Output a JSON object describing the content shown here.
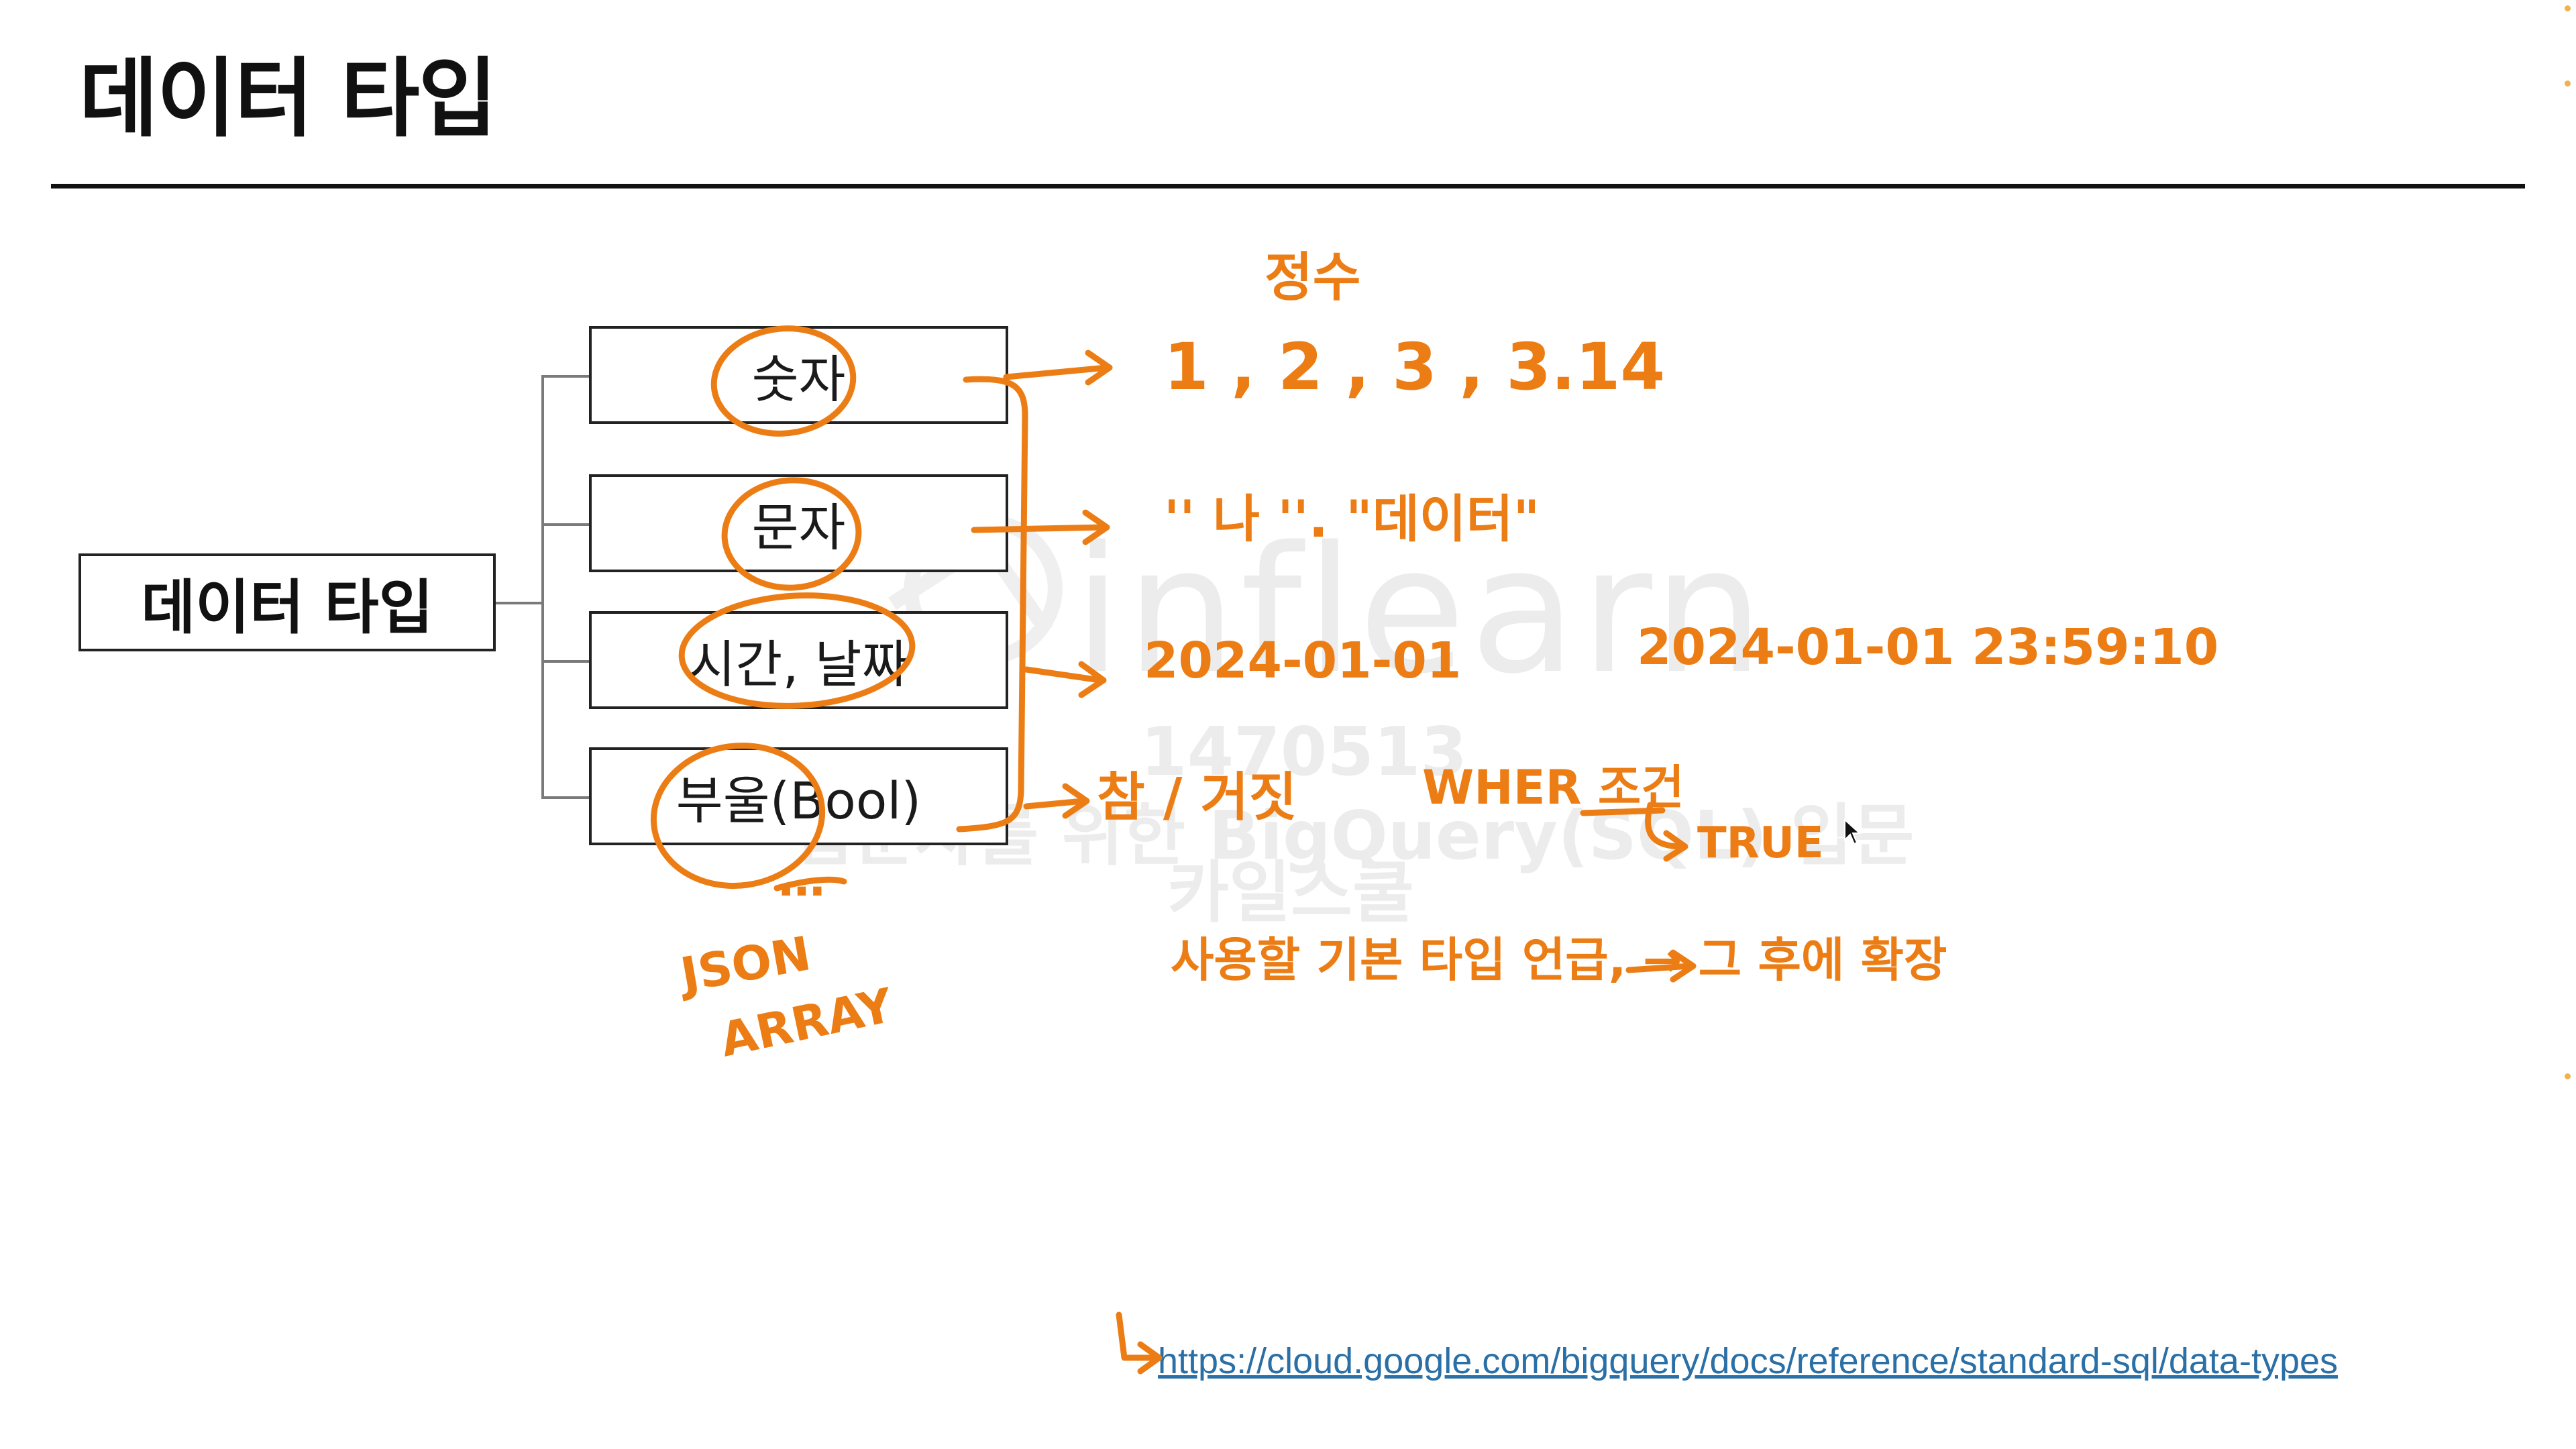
{
  "slide": {
    "title": "데이터 타입",
    "link": "https://cloud.google.com/bigquery/docs/reference/standard-sql/data-types"
  },
  "tree": {
    "root": "데이터 타입",
    "leaves": [
      "숫자",
      "문자",
      "시간, 날짜",
      "부울(Bool)"
    ]
  },
  "annotations": {
    "integer_label": "정수",
    "numbers_examples": "1 , 2 , 3 ,   3.14",
    "string_examples": "'' 나 ''.     \"데이터\"",
    "date_example": "2024-01-01",
    "datetime_example": "2024-01-01 23:59:10",
    "bool_examples": "참 / 거짓",
    "where_note": "WHER 조건",
    "true_note": "TRUE",
    "ellipsis": "…",
    "json_label": "JSON",
    "array_label": "ARRAY",
    "footnote": "사용할 기본 타입 언급, → 그 후에 확장"
  },
  "watermark": {
    "brand": "inflearn",
    "id": "1470513",
    "course": "입문자를 위한 BigQuery(SQL) 입문",
    "author": "카일스쿨"
  },
  "colors": {
    "ink": "#ec7d15",
    "link": "#2a6fa5",
    "watermark": "#ececec"
  }
}
